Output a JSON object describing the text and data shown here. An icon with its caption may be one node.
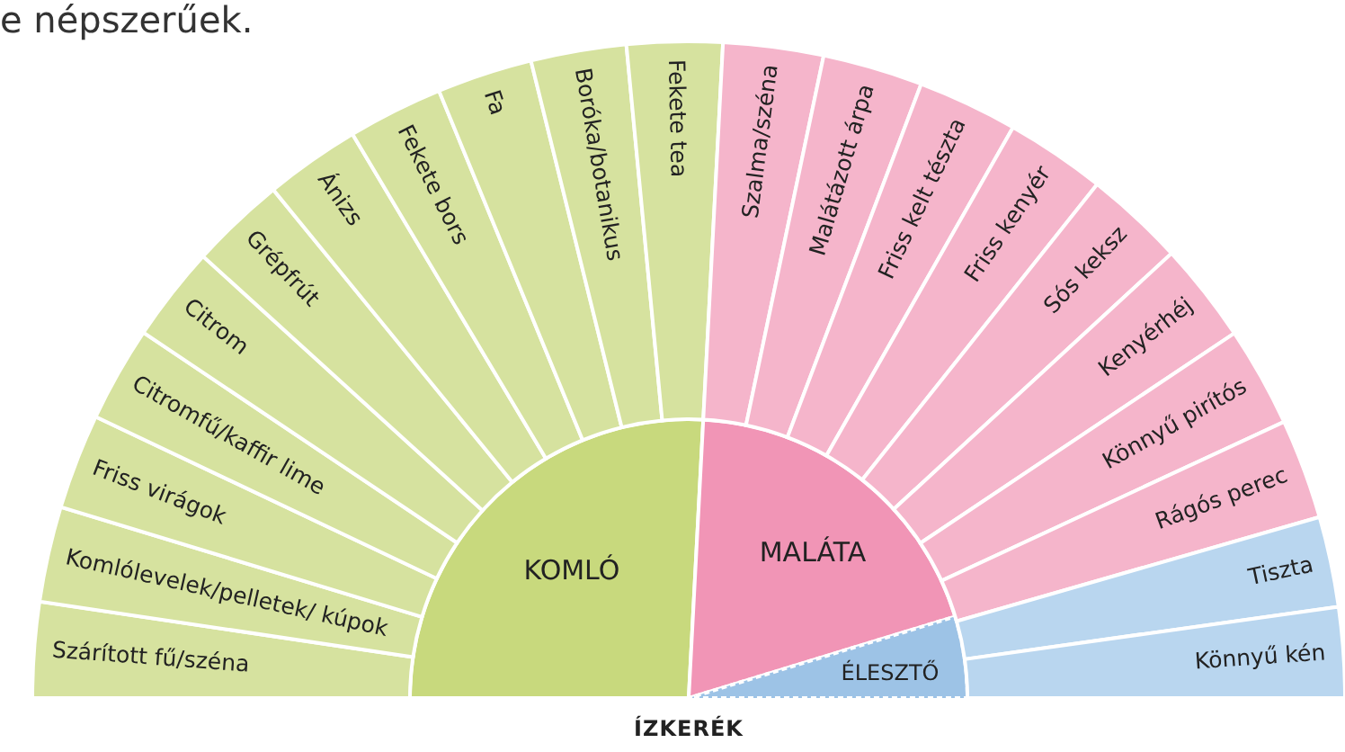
{
  "diagram": {
    "caption": "ÍZKERÉK",
    "nodes": [
      {
        "text": [
          "KOMLÓ"
        ]
      },
      {
        "text": [
          "MALÁTA"
        ]
      },
      {
        "text": [
          "ÉLESZTŐ"
        ]
      },
      {
        "text": [
          "Szárított fű/széna"
        ]
      },
      {
        "text": [
          "Komlólevelek/pelletek/ kúpok"
        ]
      },
      {
        "text": [
          "Friss virágok"
        ]
      },
      {
        "text": [
          "Citromfű/kaffir lime"
        ]
      },
      {
        "text": [
          "Citrom"
        ]
      },
      {
        "text": [
          "Grépfrút"
        ]
      },
      {
        "text": [
          "Ánizs"
        ]
      },
      {
        "text": [
          "Fekete bors"
        ]
      },
      {
        "text": [
          "Fa"
        ]
      },
      {
        "text": [
          "Boróka/botanikus"
        ]
      },
      {
        "text": [
          "Fekete tea"
        ]
      },
      {
        "text": [
          "Szalma/széna"
        ]
      },
      {
        "text": [
          "Malátázott árpa"
        ]
      },
      {
        "text": [
          "Friss kelt tészta"
        ]
      },
      {
        "text": [
          "Friss kenyér"
        ]
      },
      {
        "text": [
          "Sós keksz"
        ]
      },
      {
        "text": [
          "Kenyérhéj"
        ]
      },
      {
        "text": [
          "Könnyű pirítós"
        ]
      },
      {
        "text": [
          "Rágós perec"
        ]
      },
      {
        "text": [
          "Tiszta"
        ]
      },
      {
        "text": [
          "Könnyű kén"
        ]
      }
    ],
    "labels": [
      "e népszerűek."
    ]
  }
}
